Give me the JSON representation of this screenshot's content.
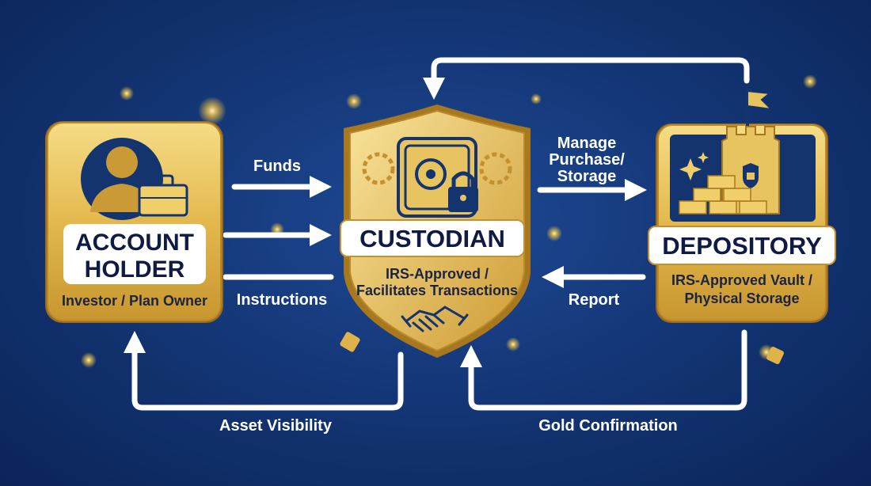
{
  "nodes": {
    "account_holder": {
      "title_line1": "ACCOUNT",
      "title_line2": "HOLDER",
      "subtitle": "Investor / Plan Owner",
      "icon": "person-with-briefcase-icon"
    },
    "custodian": {
      "title": "CUSTODIAN",
      "subtitle_line1": "IRS-Approved /",
      "subtitle_line2": "Facilitates Transactions",
      "icon": "safe-with-padlock-icon",
      "bottom_icon": "handshake-icon"
    },
    "depository": {
      "title": "DEPOSITORY",
      "subtitle_line1": "IRS-Approved Vault /",
      "subtitle_line2": "Physical Storage",
      "icon": "castle-with-gold-bars-icon"
    }
  },
  "edges": {
    "funds": "Funds",
    "instructions": "Instructions",
    "manage_line1": "Manage",
    "manage_line2": "Purchase/",
    "manage_line3": "Storage",
    "report": "Report",
    "asset_visibility": "Asset Visibility",
    "gold_confirmation": "Gold Confirmation"
  },
  "colors": {
    "background": "#143777",
    "gold": "#e9c25a",
    "gold_dark": "#b8892a",
    "arrow": "#ffffff",
    "label_box": "#ffffff",
    "title_text": "#0f1b44"
  }
}
